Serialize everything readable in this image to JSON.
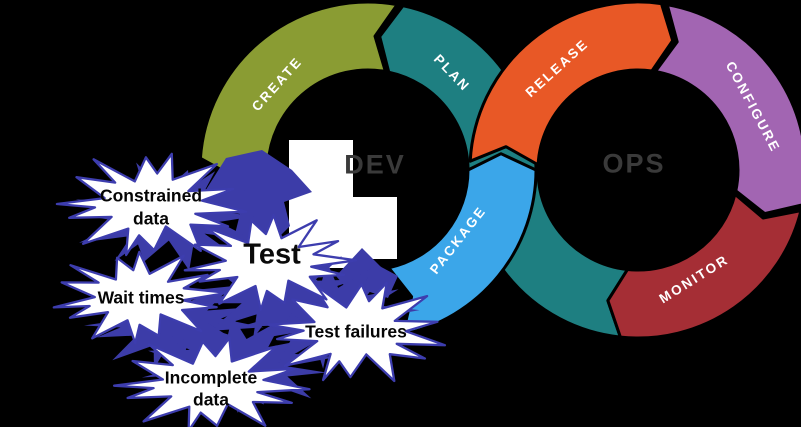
{
  "diagram": {
    "background_color": "#000000",
    "dev_label": "DEV",
    "ops_label": "OPS",
    "ring_name_color": "#3A3A3A",
    "segment_text_color": "#FFFFFF",
    "segments": [
      {
        "id": "create",
        "label": "CREATE",
        "color": "#8A9C33"
      },
      {
        "id": "plan",
        "label": "PLAN",
        "color": "#1E7F81"
      },
      {
        "id": "test",
        "label": "",
        "color": "#3C3CA8"
      },
      {
        "id": "package",
        "label": "PACKAGE",
        "color": "#3BA6E9"
      },
      {
        "id": "release",
        "label": "RELEASE",
        "color": "#E85826"
      },
      {
        "id": "configure",
        "label": "CONFIGURE",
        "color": "#A265B2"
      },
      {
        "id": "monitor",
        "label": "MONITOR",
        "color": "#A52E35"
      }
    ],
    "test_annotation": "Test",
    "bursts": [
      {
        "id": "constrained-data",
        "lines": [
          "Constrained",
          "data"
        ]
      },
      {
        "id": "wait-times",
        "lines": [
          "Wait times"
        ]
      },
      {
        "id": "incomplete-data",
        "lines": [
          "Incomplete",
          "data"
        ]
      },
      {
        "id": "test-failures",
        "lines": [
          "Test failures"
        ]
      }
    ],
    "burst_fill": "#FFFFFF",
    "burst_outline": "#3D3DAE",
    "burst_shadow_color": "#3C3CA8",
    "whiteout_color": "#FFFFFF"
  }
}
